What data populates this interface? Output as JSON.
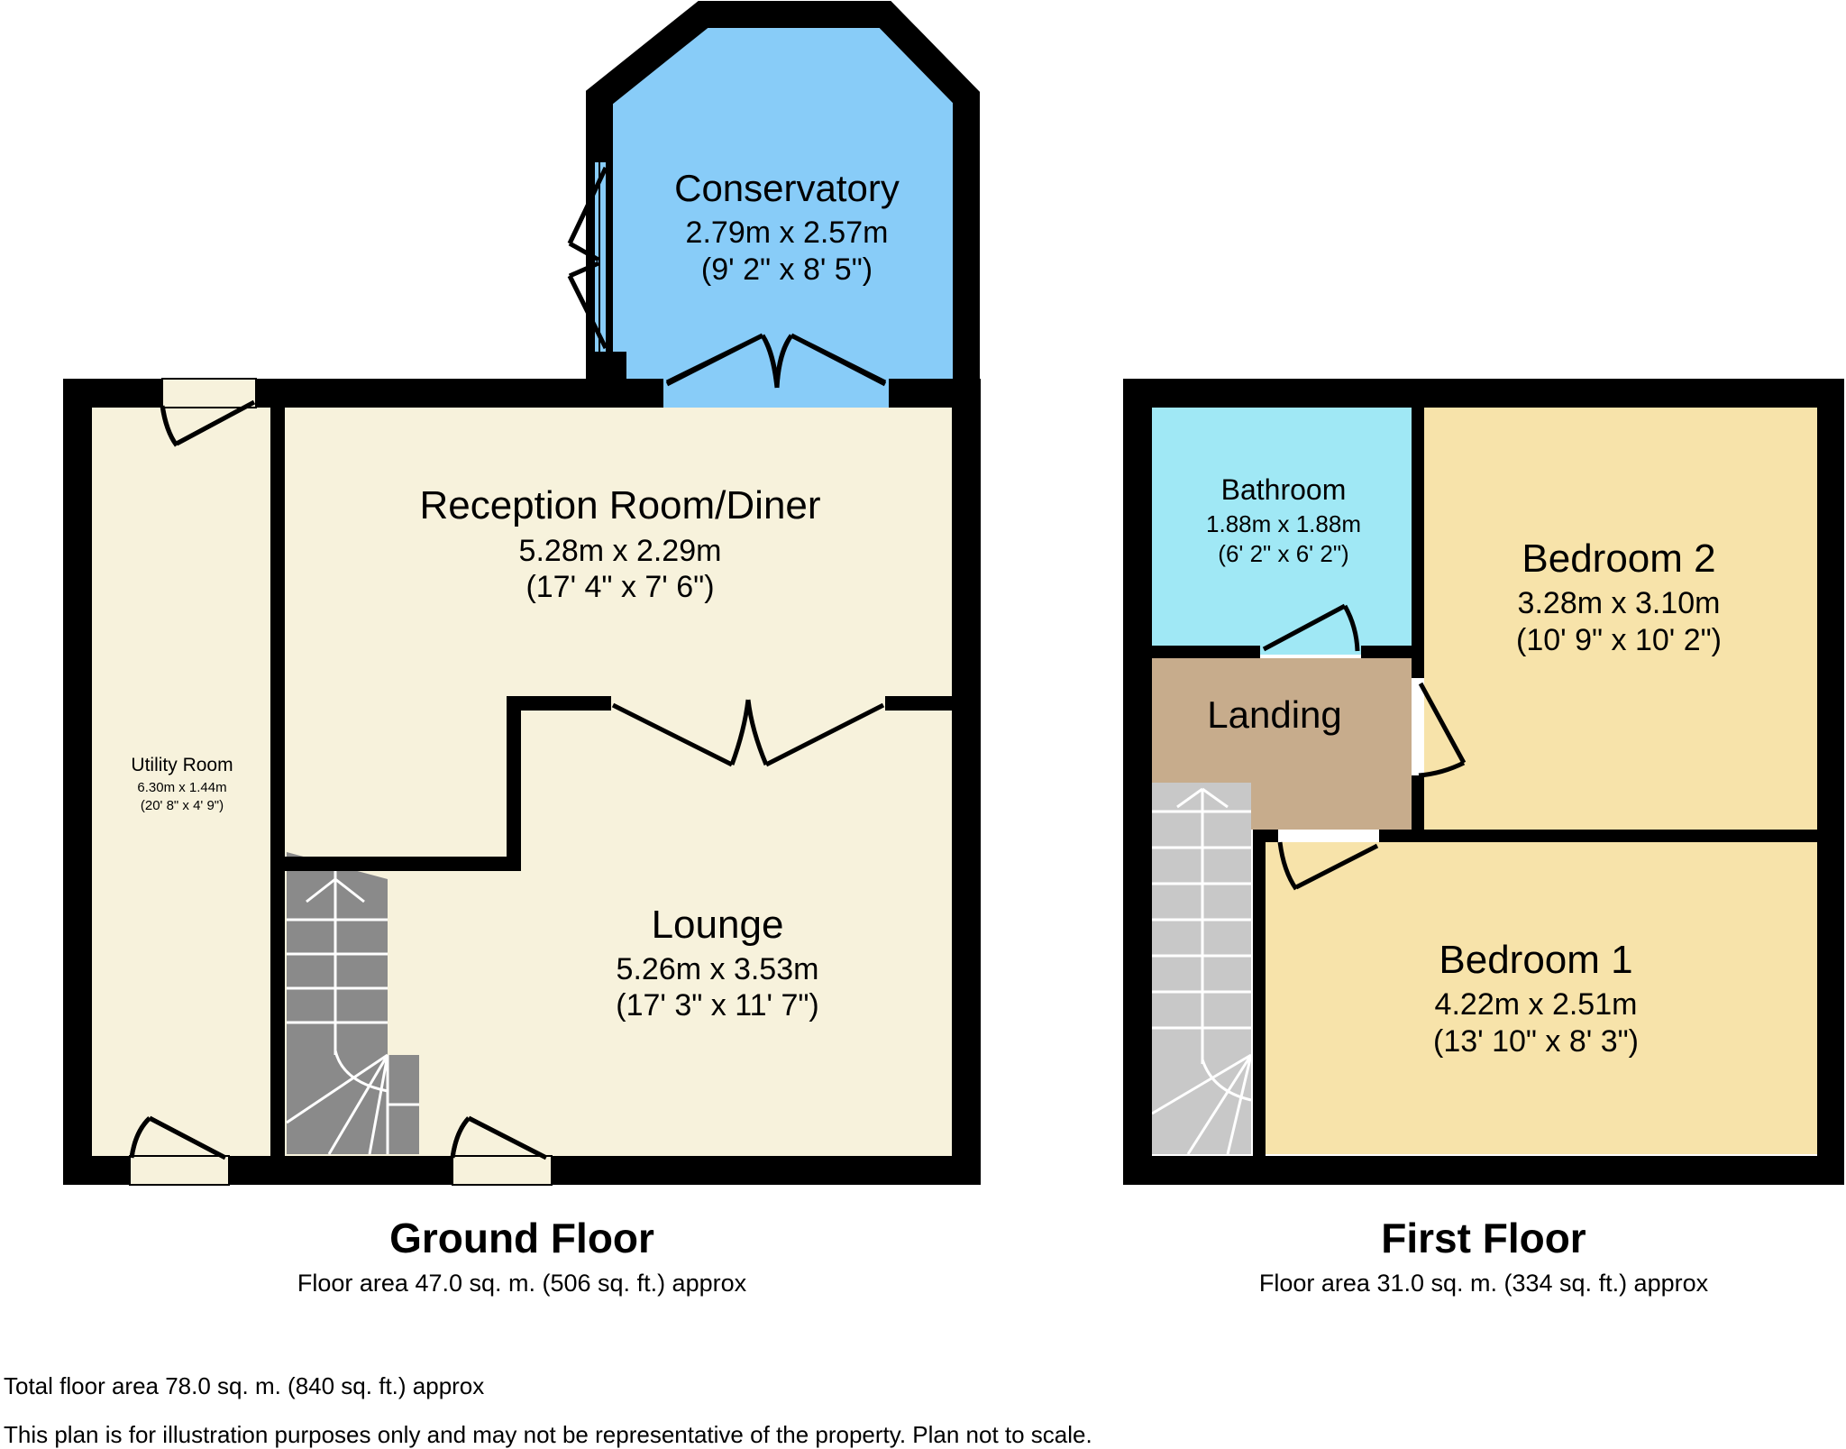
{
  "colors": {
    "wall": "#000000",
    "conservatory": "#88CCF8",
    "reception": "#F7F2DC",
    "lounge": "#F7F2DC",
    "utility": "#F7F2DC",
    "bathroom": "#A0E8F5",
    "landing": "#C7AC8C",
    "bedroom": "#F7E3AA",
    "stairs_ground": "#8A8A8A",
    "stairs_first": "#C8C8C8"
  },
  "ground_floor": {
    "title": "Ground Floor",
    "area": "Floor area 47.0 sq. m. (506 sq. ft.) approx",
    "rooms": {
      "conservatory": {
        "name": "Conservatory",
        "metric": "2.79m x 2.57m",
        "imperial": "(9' 2\" x 8' 5\")"
      },
      "reception": {
        "name": "Reception Room/Diner",
        "metric": "5.28m x 2.29m",
        "imperial": "(17' 4\" x 7' 6\")"
      },
      "lounge": {
        "name": "Lounge",
        "metric": "5.26m x 3.53m",
        "imperial": "(17' 3\" x 11' 7\")"
      },
      "utility": {
        "name": "Utility Room",
        "metric": "6.30m x 1.44m",
        "imperial": "(20' 8\" x 4' 9\")"
      }
    }
  },
  "first_floor": {
    "title": "First Floor",
    "area": "Floor area 31.0 sq. m. (334 sq. ft.) approx",
    "rooms": {
      "bathroom": {
        "name": "Bathroom",
        "metric": "1.88m x 1.88m",
        "imperial": "(6' 2\" x 6' 2\")"
      },
      "bedroom2": {
        "name": "Bedroom 2",
        "metric": "3.28m x 3.10m",
        "imperial": "(10' 9\" x 10' 2\")"
      },
      "landing": {
        "name": "Landing"
      },
      "bedroom1": {
        "name": "Bedroom 1",
        "metric": "4.22m x 2.51m",
        "imperial": "(13' 10\" x 8' 3\")"
      }
    }
  },
  "footer": {
    "total": "Total floor area 78.0 sq. m. (840 sq. ft.) approx",
    "disclaimer": "This plan is for illustration purposes only and may not be representative of the property. Plan not to scale."
  }
}
